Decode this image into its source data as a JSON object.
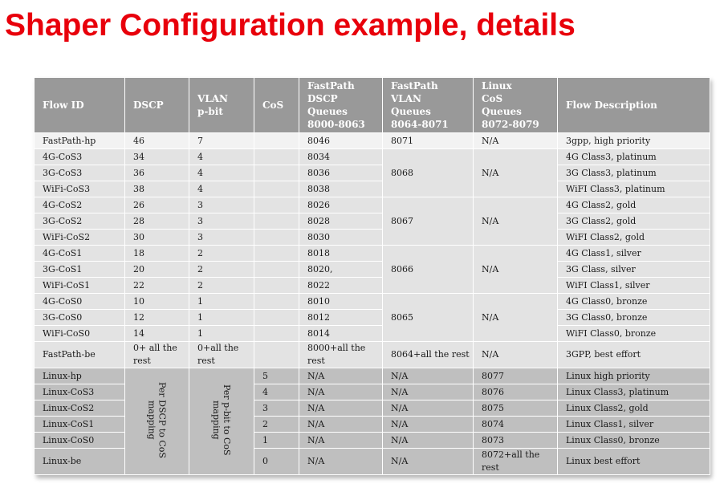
{
  "title": "Shaper Configuration example, details",
  "table": {
    "headers": [
      "Flow ID",
      "DSCP",
      "VLAN\np-bit",
      "CoS",
      "FastPath\nDSCP\nQueues\n8000-8063",
      "FastPath\nVLAN\nQueues\n8064-8071",
      "Linux\nCoS\nQueues\n8072-8079",
      "Flow Description"
    ],
    "fastpath_rows": [
      {
        "flow": "FastPath-hp",
        "dscp": "46",
        "pbit": "7",
        "cos": "",
        "dscpq": "8046",
        "description": "3gpp, high priority"
      },
      {
        "flow": "4G-CoS3",
        "dscp": "34",
        "pbit": "4",
        "cos": "",
        "dscpq": "8034",
        "description": "4G Class3, platinum"
      },
      {
        "flow": "3G-CoS3",
        "dscp": "36",
        "pbit": "4",
        "cos": "",
        "dscpq": "8036",
        "description": "3G Class3, platinum"
      },
      {
        "flow": "WiFi-CoS3",
        "dscp": "38",
        "pbit": "4",
        "cos": "",
        "dscpq": "8038",
        "description": "WiFI Class3, platinum"
      },
      {
        "flow": "4G-CoS2",
        "dscp": "26",
        "pbit": "3",
        "cos": "",
        "dscpq": "8026",
        "description": "4G Class2, gold"
      },
      {
        "flow": "3G-CoS2",
        "dscp": "28",
        "pbit": "3",
        "cos": "",
        "dscpq": "8028",
        "description": "3G Class2, gold"
      },
      {
        "flow": "WiFi-CoS2",
        "dscp": "30",
        "pbit": "3",
        "cos": "",
        "dscpq": "8030",
        "description": "WiFI Class2, gold"
      },
      {
        "flow": "4G-CoS1",
        "dscp": "18",
        "pbit": "2",
        "cos": "",
        "dscpq": "8018",
        "description": "4G Class1, silver"
      },
      {
        "flow": "3G-CoS1",
        "dscp": "20",
        "pbit": "2",
        "cos": "",
        "dscpq": "8020,",
        "description": "3G Class, silver"
      },
      {
        "flow": "WiFi-CoS1",
        "dscp": "22",
        "pbit": "2",
        "cos": "",
        "dscpq": "8022",
        "description": "WiFI Class1, silver"
      },
      {
        "flow": "4G-CoS0",
        "dscp": "10",
        "pbit": "1",
        "cos": "",
        "dscpq": "8010",
        "description": "4G Class0, bronze"
      },
      {
        "flow": "3G-CoS0",
        "dscp": "12",
        "pbit": "1",
        "cos": "",
        "dscpq": "8012",
        "description": "3G Class0, bronze"
      },
      {
        "flow": "WiFi-CoS0",
        "dscp": "14",
        "pbit": "1",
        "cos": "",
        "dscpq": "8014",
        "description": "WiFI Class0, bronze"
      },
      {
        "flow": "FastPath-be",
        "dscp": "0+ all the rest",
        "pbit": "0+all the rest",
        "cos": "",
        "dscpq": "8000+all the rest",
        "description": "3GPP, best effort"
      }
    ],
    "hp_vlan_queue": "8071",
    "hp_linux_queue": "N/A",
    "group_vlan_queues": [
      "8068",
      "8067",
      "8066",
      "8065"
    ],
    "group_linux_queues": [
      "N/A",
      "N/A",
      "N/A",
      "N/A"
    ],
    "be_vlan_queue": "8064+all the rest",
    "be_linux_queue": "N/A",
    "linux_rows": [
      {
        "flow": "Linux-hp",
        "cos": "5",
        "dscpq": "N/A",
        "vlanq": "N/A",
        "linuxq": "8077",
        "description": "Linux high priority"
      },
      {
        "flow": "Linux-CoS3",
        "cos": "4",
        "dscpq": "N/A",
        "vlanq": "N/A",
        "linuxq": "8076",
        "description": "Linux Class3, platinum"
      },
      {
        "flow": "Linux-CoS2",
        "cos": "3",
        "dscpq": "N/A",
        "vlanq": "N/A",
        "linuxq": "8075",
        "description": "Linux Class2, gold"
      },
      {
        "flow": "Linux-CoS1",
        "cos": "2",
        "dscpq": "N/A",
        "vlanq": "N/A",
        "linuxq": "8074",
        "description": "Linux Class1, silver"
      },
      {
        "flow": "Linux-CoS0",
        "cos": "1",
        "dscpq": "N/A",
        "vlanq": "N/A",
        "linuxq": "8073",
        "description": "Linux Class0, bronze"
      },
      {
        "flow": "Linux-be",
        "cos": "0",
        "dscpq": "N/A",
        "vlanq": "N/A",
        "linuxq": "8072+all the rest",
        "description": "Linux best effort"
      }
    ],
    "linux_dscp_note": "Per DSCP to CoS mapping",
    "linux_pbit_note": "Per p-bit to CoS mapping"
  },
  "colors": {
    "title": "#e8000b",
    "header_bg": "#999999",
    "fastpath_bg": "#e3e3e3",
    "linux_bg": "#bfbfbf"
  }
}
